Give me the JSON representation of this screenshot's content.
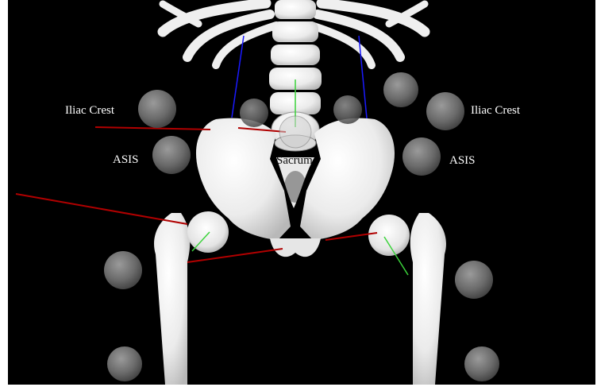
{
  "labels": {
    "iliac_crest_left": "Iliac Crest",
    "iliac_crest_right": "Iliac Crest",
    "asis_left": "ASIS",
    "asis_right": "ASIS",
    "sacrum": "Sacrum"
  },
  "colors": {
    "background": "#000000",
    "bone": "#f2f2f2",
    "bone_shadow": "#bdbdbd",
    "marker": "#6b6b6b",
    "axis_x": "#b00000",
    "axis_y": "#3bd33b",
    "axis_z": "#1a1aff"
  }
}
